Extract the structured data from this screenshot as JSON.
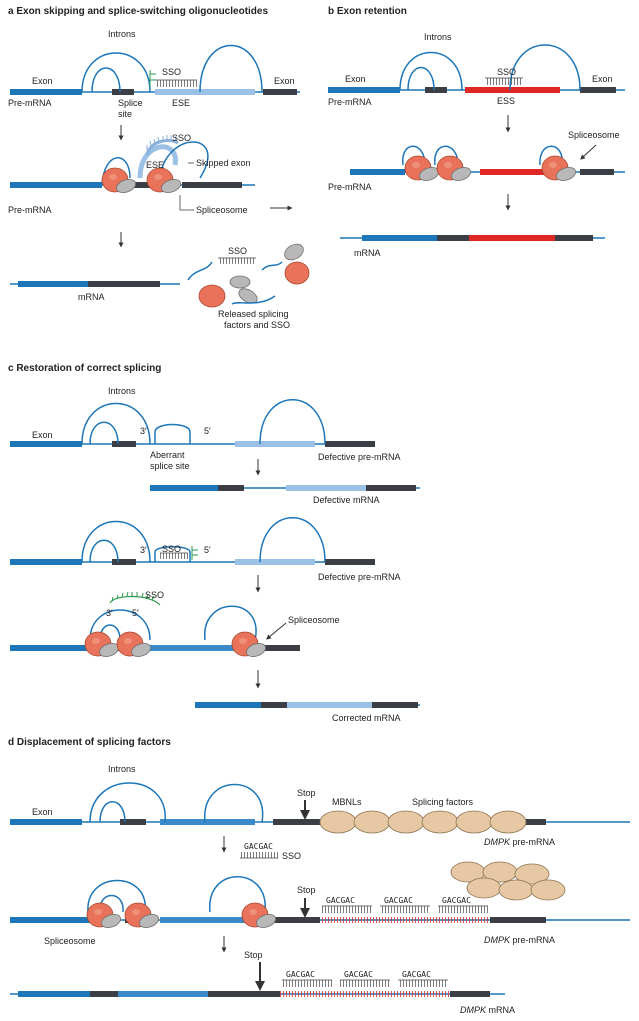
{
  "colors": {
    "exon_blue": "#1c76b8",
    "exon_light": "#9cc1e6",
    "exon_mid": "#3a8ac9",
    "dark": "#3b3e45",
    "red": "#e12626",
    "green": "#2a9a4e",
    "spliceosome_orange": "#e8735a",
    "spliceosome_grey": "#b8b8b8",
    "mbnl_tan": "#e6c9a4",
    "sso_blue": "#8ab0dc"
  },
  "panel_a": {
    "title": "a  Exon skipping and splice-switching oligonucleotides",
    "introns": "Introns",
    "exon_left": "Exon",
    "exon_right": "Exon",
    "pre_mrna": "Pre-mRNA",
    "sso": "SSO",
    "splice_site_1": "Splice",
    "splice_site_2": "site",
    "ese": "ESE",
    "sso2": "SSO",
    "ese2": "ESE",
    "skipped_exon": "Skipped exon",
    "pre_mrna2": "Pre-mRNA",
    "spliceosome": "Spliceosome",
    "mrna": "mRNA",
    "sso3": "SSO",
    "released_1": "Released splicing",
    "released_2": "factors and SSO"
  },
  "panel_b": {
    "title": "b  Exon retention",
    "introns": "Introns",
    "exon_left": "Exon",
    "exon_right": "Exon",
    "sso": "SSO",
    "ess": "ESS",
    "pre_mrna": "Pre-mRNA",
    "spliceosome": "Spliceosome",
    "pre_mrna2": "Pre-mRNA",
    "mrna": "mRNA"
  },
  "panel_c": {
    "title": "c  Restoration of correct splicing",
    "introns": "Introns",
    "exon": "Exon",
    "three_prime": "3′",
    "five_prime": "5′",
    "aberrant_1": "Aberrant",
    "aberrant_2": "splice site",
    "defective_pre": "Defective pre-mRNA",
    "defective_mrna": "Defective mRNA",
    "three_prime2": "3′",
    "sso": "SSO",
    "five_prime2": "5′",
    "defective_pre2": "Defective pre-mRNA",
    "sso2": "SSO",
    "three_prime3": "3′",
    "five_prime3": "5′",
    "spliceosome": "Spliceosome",
    "corrected": "Corrected mRNA"
  },
  "panel_d": {
    "title": "d  Displacement of splicing factors",
    "introns": "Introns",
    "exon": "Exon",
    "stop": "Stop",
    "mbnls": "MBNLs",
    "splicing_factors": "Splicing factors",
    "dmpk": "DMPK",
    "pre_mrna": " pre-mRNA",
    "gacgac": "GACGAC",
    "sso": "SSO",
    "stop2": "Stop",
    "gac_1": "GACGAC",
    "gac_2": "GACGAC",
    "gac_3": "GACGAC",
    "dmpk2": "DMPK",
    "pre_mrna2": " pre-mRNA",
    "spliceosome": "Spliceosome",
    "stop3": "Stop",
    "gac_4": "GACGAC",
    "gac_5": "GACGAC",
    "gac_6": "GACGAC",
    "dmpk3": "DMPK",
    "mrna": " mRNA"
  }
}
